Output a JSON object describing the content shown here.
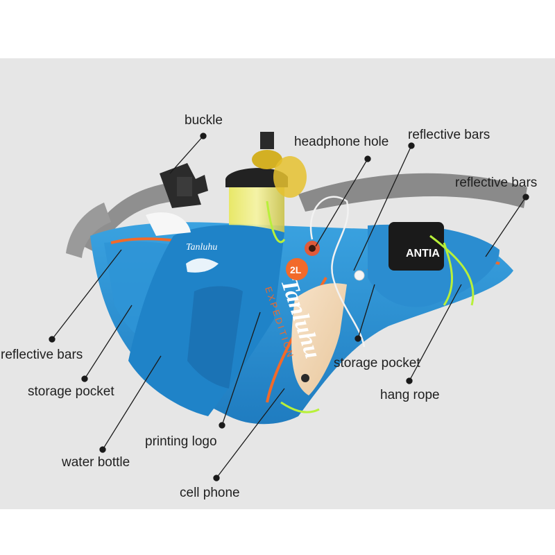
{
  "labels": {
    "buckle": "buckle",
    "headphone_hole": "headphone hole",
    "reflective_bars_top": "reflective bars",
    "reflective_bars_right": "reflective bars",
    "reflective_bars_left": "reflective bars",
    "storage_pocket_left": "storage pocket",
    "storage_pocket_right": "storage pocket",
    "hang_rope": "hang rope",
    "printing_logo": "printing logo",
    "water_bottle": "water bottle",
    "cell_phone": "cell phone"
  },
  "product_text": {
    "brand_script": "Tanluhu",
    "brand_large": "Tanluhu",
    "expedition": "EXPEDITION",
    "capacity": "2L",
    "phone_brand": "ANTIA"
  },
  "colors": {
    "background": "#e6e6e6",
    "bag_blue": "#2a8fd0",
    "trim_orange": "#f26a2a",
    "strap_gray": "#8c8c8c",
    "rope_green": "#b8f03a",
    "leader_line": "#1a1a1a"
  }
}
